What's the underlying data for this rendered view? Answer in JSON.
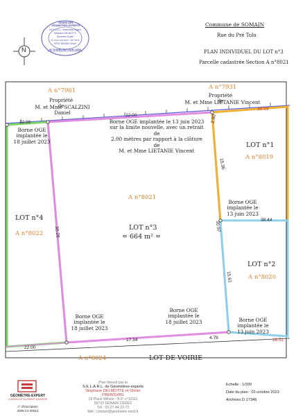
{
  "header": {
    "commune": "Commune de SOMAIN",
    "street": "Rue du Pré Tolu",
    "plan_title": "PLAN INDIVIDUEL DU LOT n°3",
    "parcel_section": "Parcelle cadastrée Section A n°8021",
    "north_symbol": "N"
  },
  "stamp": {
    "arc_text": "ORDRE DES GEOMETRES-EXPERTS",
    "lines": [
      "S.E.L.A.R.L. Géomètres-Experts",
      "Stéphane DELMOTTE",
      "Géomètre-Expert",
      "19, Place WILSON – BP 70111",
      "59722 DENAIN Cedex"
    ],
    "number": "N° D'INSCRIPTION 1335"
  },
  "parcels": {
    "a7981": "A n°7981",
    "a7981_owner_line1": "Propriété de",
    "a7981_owner_line2": "M. et Mme SCALZINI Daniel",
    "a7931": "A n°7931",
    "a7931_owner_line1": "Propriété de",
    "a7931_owner_line2": "M. et Mme LIETANIE Vincent",
    "a8021": "A n°8021",
    "a8019": "A n°8019",
    "a8020": "A n°8020",
    "a8022": "A n°8022",
    "a8024": "A n°8024"
  },
  "lots": {
    "lot1": "LOT n°1",
    "lot2": "LOT n°2",
    "lot3": "LOT n°3",
    "lot3_area": "= 664 m² =",
    "lot4": "LOT n°4",
    "voirie": "LOT DE VOIRIE"
  },
  "bornes": {
    "top_left": [
      "Borne OGE",
      "implantée le",
      "18 juillet 2023"
    ],
    "top_center": [
      "Borne OGE implantée le 13 juin 2023",
      "sur la limite nouvelle, avec un retrait de",
      "2.00 mètres par rapport à la clôture de",
      "M. et Mme LIETANIE Vincent"
    ],
    "right_mid": [
      "Borne OGE",
      "implantée le",
      "13 juin 2023"
    ],
    "bottom_left": [
      "Borne OGE",
      "implantée le",
      "18 juillet 2023"
    ],
    "bottom_mid": [
      "Borne OGE",
      "implantée le",
      "18 juillet 2023"
    ],
    "bottom_right": [
      "Borne OGE",
      "implantée le",
      "13 juin 2023"
    ]
  },
  "measurements": {
    "top_left": "22.00",
    "top_mid": "22.00",
    "top_right_small": "2.00",
    "top_right": "38.99",
    "right_upper": "15.36",
    "mid_right": "38.44",
    "center_right": "30.97",
    "left": "30.29",
    "lower_right": "15.61",
    "bottom_left": "22.00",
    "bottom_mid": "17.34",
    "bottom_small": "4.78",
    "bottom_right": "28.51"
  },
  "footer": {
    "logo_line1": "GÉOMÈTRE-EXPERT",
    "logo_line2": "CONSEILLER VALORISER GARANTIR",
    "inscription_label": "n° d'inscription",
    "inscription_value": "2005 C2 00013",
    "drawn_by": "Plan dressé par la",
    "company": "S.E.L.A.R.L. de Géomètres-experts",
    "names": "Stéphane DELMOTTE et Olivier FREBOURG",
    "address1": "19 Place Wilson - B.P. n°10111",
    "address2": "59722 DENAIN CEDEX",
    "phone": "Tél : 03.27.44.23.73",
    "email": "Mél : contact@geometre-nord.fr",
    "scale": "Echelle : 1/200",
    "date": "Date du plan : 03 octobre 2023",
    "archive": "Archives D.17348"
  },
  "colors": {
    "lot3_boundary": "#e08ce0",
    "lot4_boundary": "#7ed66b",
    "lot1_boundary": "#f0b030",
    "lot2_boundary": "#8fd0e8",
    "parcel_label": "#d9822b",
    "frame": "#333333"
  }
}
